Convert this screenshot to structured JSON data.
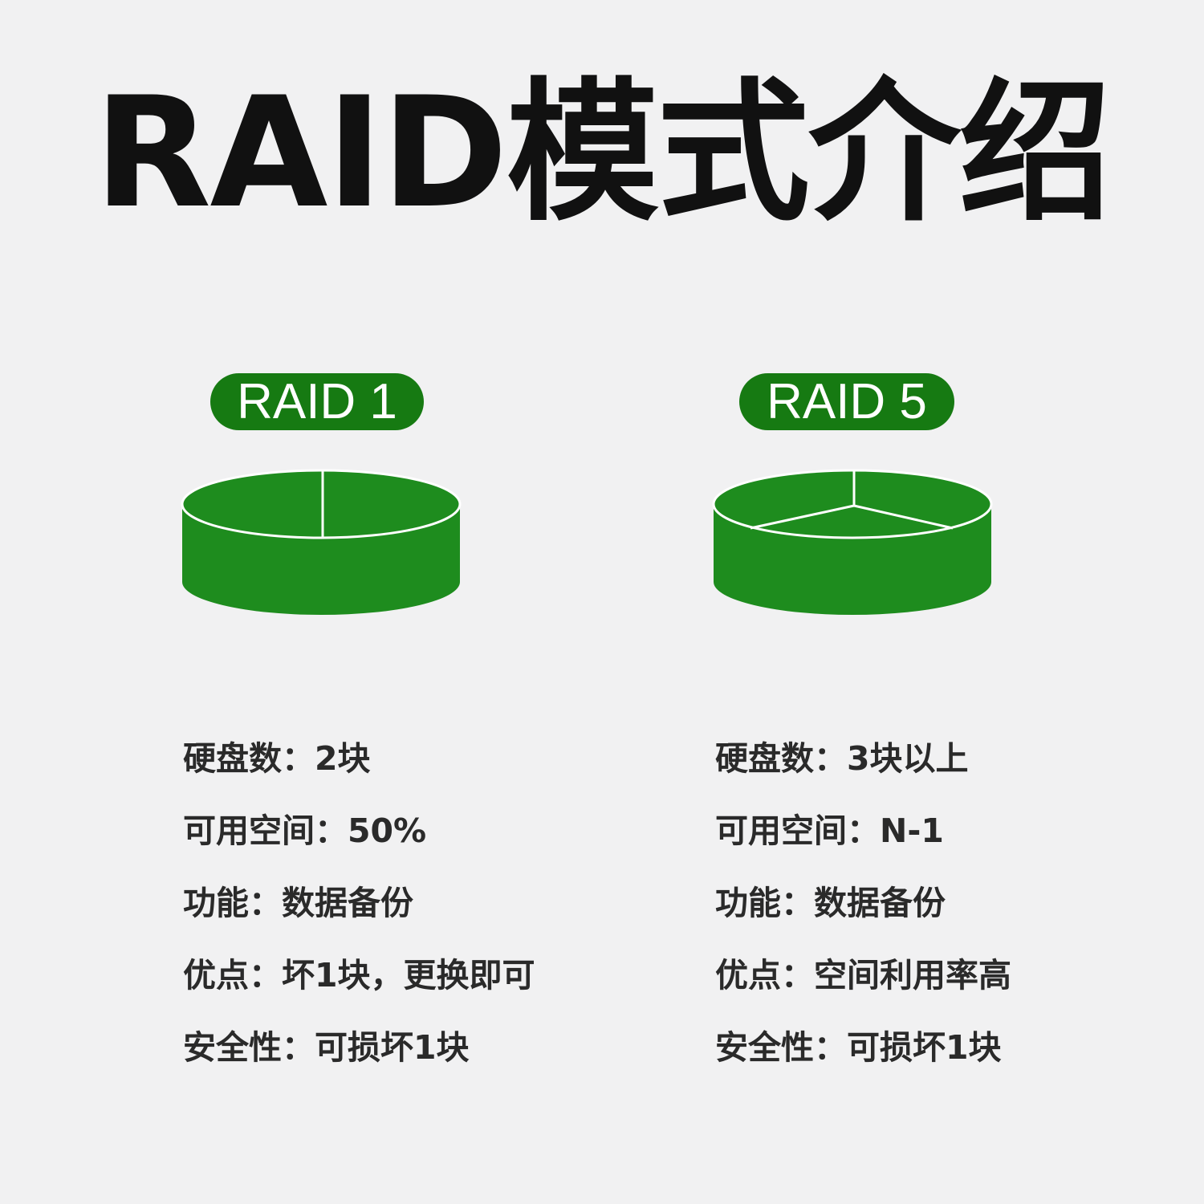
{
  "title": "RAID模式介绍",
  "colors": {
    "accent": "#167a12",
    "disk_fill": "#1e8c1e",
    "background": "#f1f1f2"
  },
  "modes": [
    {
      "label": "RAID 1",
      "specs": [
        "硬盘数：2块",
        "可用空间：50%",
        "功能：数据备份",
        "优点：坏1块，更换即可",
        "安全性：可损坏1块"
      ]
    },
    {
      "label": "RAID 5",
      "specs": [
        "硬盘数：3块以上",
        "可用空间：N-1",
        "功能：数据备份",
        "优点：空间利用率高",
        "安全性：可损坏1块"
      ]
    }
  ]
}
